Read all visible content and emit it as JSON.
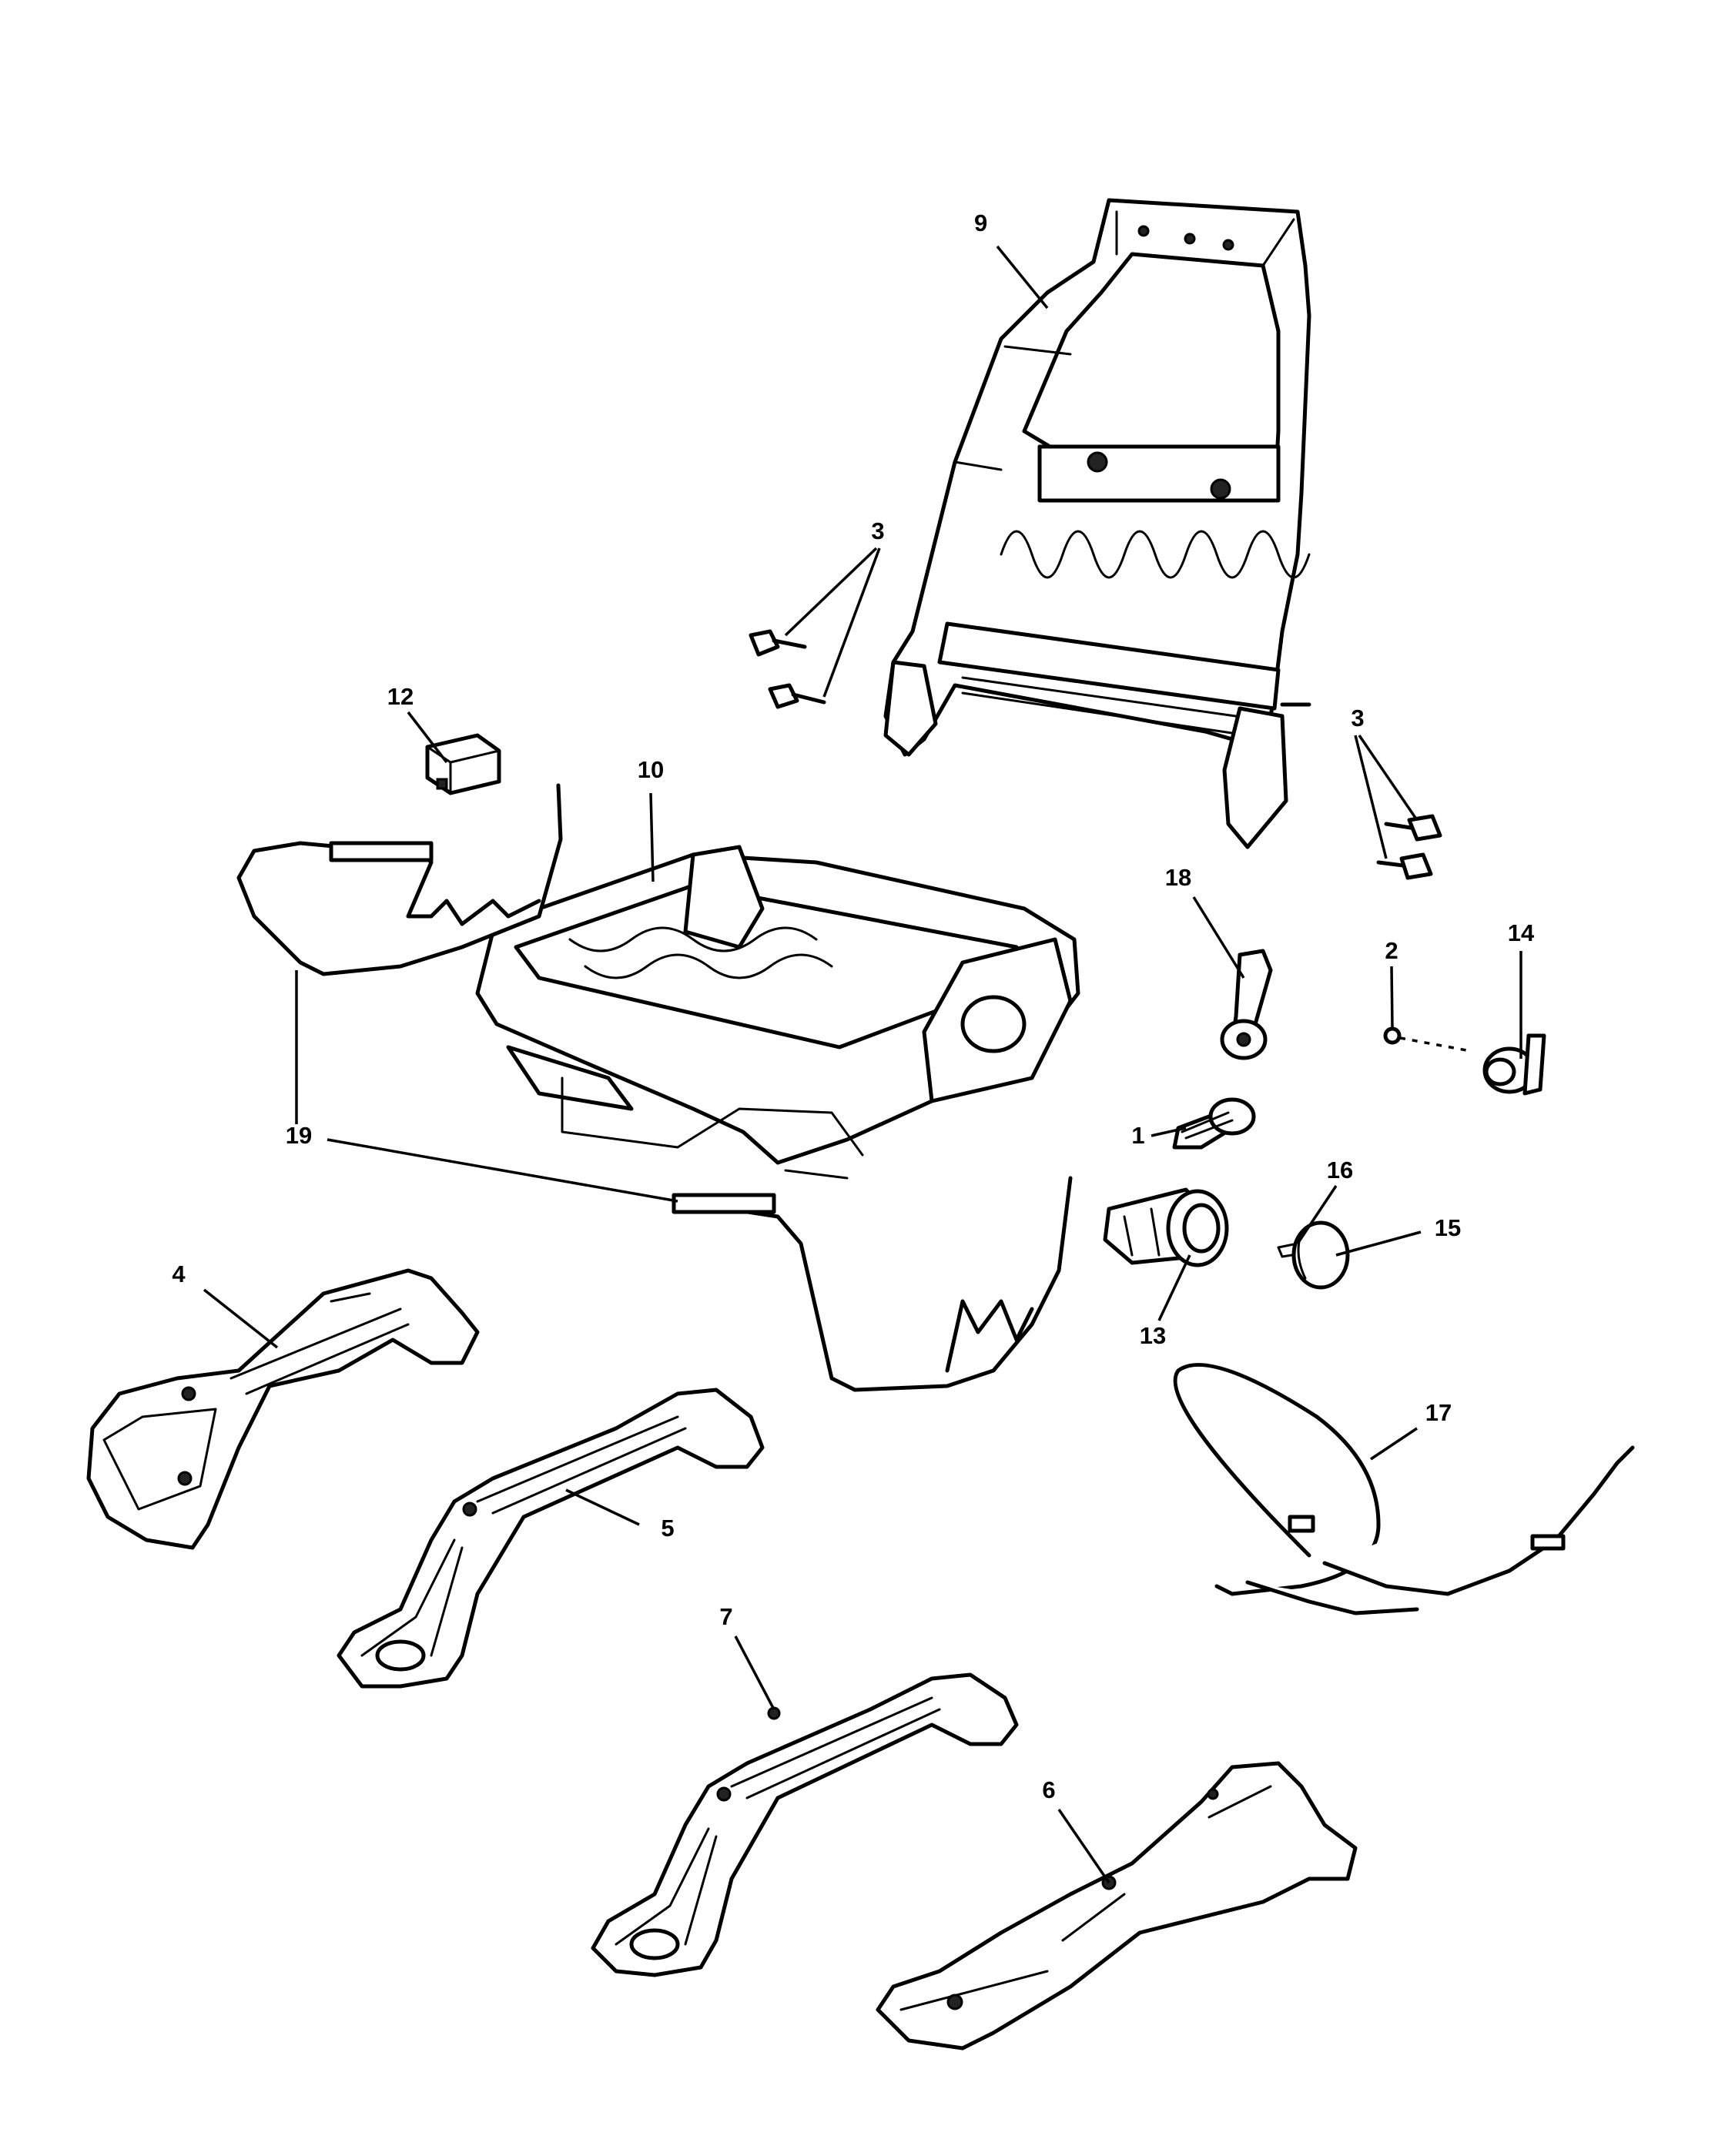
{
  "callouts": {
    "c1": "1",
    "c2": "2",
    "c3a": "3",
    "c3b": "3",
    "c4": "4",
    "c5": "5",
    "c6": "6",
    "c7": "7",
    "c9": "9",
    "c10": "10",
    "c12": "12",
    "c13": "13",
    "c14": "14",
    "c15": "15",
    "c16": "16",
    "c17": "17",
    "c18": "18",
    "c19": "19"
  },
  "colors": {
    "line": "#000000",
    "background": "#ffffff"
  }
}
